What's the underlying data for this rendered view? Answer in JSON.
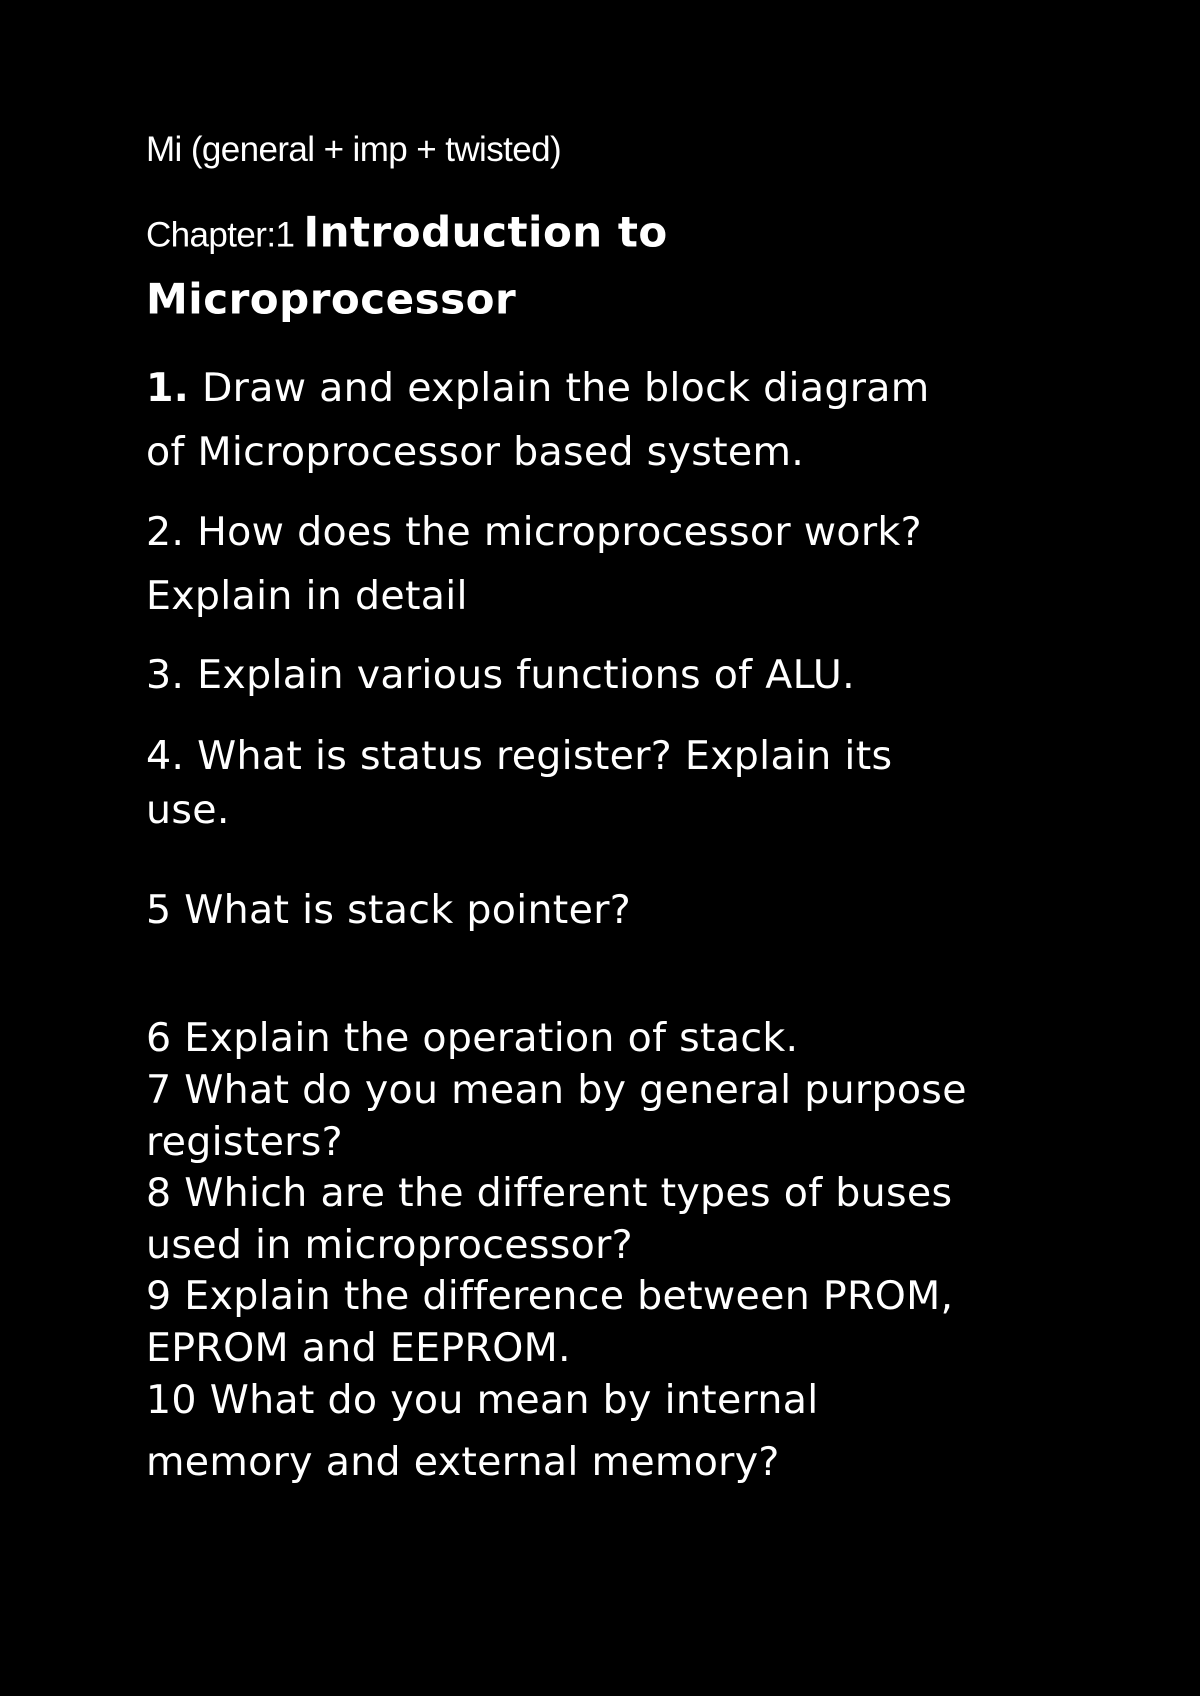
{
  "document": {
    "title": "Mi (general + imp + twisted)",
    "chapter": {
      "prefix": "Chapter:1 ",
      "heading_line1": "Introduction to",
      "heading_line2": "Microprocessor"
    },
    "questions": [
      {
        "number": "1.",
        "lines": [
          " Draw and explain the block diagram",
          "of Microprocessor based system."
        ]
      },
      {
        "number": "2.",
        "lines": [
          "2. How does the microprocessor work?",
          "Explain in detail"
        ]
      },
      {
        "number": "3.",
        "lines": [
          "3. Explain various functions of ALU."
        ]
      },
      {
        "number": "4.",
        "lines": [
          "4. What is status register? Explain its",
          "use."
        ]
      },
      {
        "number": "5",
        "lines": [
          "5 What is stack pointer?"
        ]
      },
      {
        "number": "6",
        "lines": [
          "6 Explain the operation of stack."
        ]
      },
      {
        "number": "7",
        "lines": [
          "7 What do you mean by general purpose",
          "registers?"
        ]
      },
      {
        "number": "8",
        "lines": [
          "8 Which are the different types of buses",
          "used in microprocessor?"
        ]
      },
      {
        "number": "9",
        "lines": [
          "9 Explain the difference between PROM,",
          "EPROM and EEPROM."
        ]
      },
      {
        "number": "10",
        "lines": [
          "10 What do you mean by internal",
          "memory and external memory?"
        ]
      }
    ]
  },
  "colors": {
    "background": "#000000",
    "text": "#ffffff"
  }
}
